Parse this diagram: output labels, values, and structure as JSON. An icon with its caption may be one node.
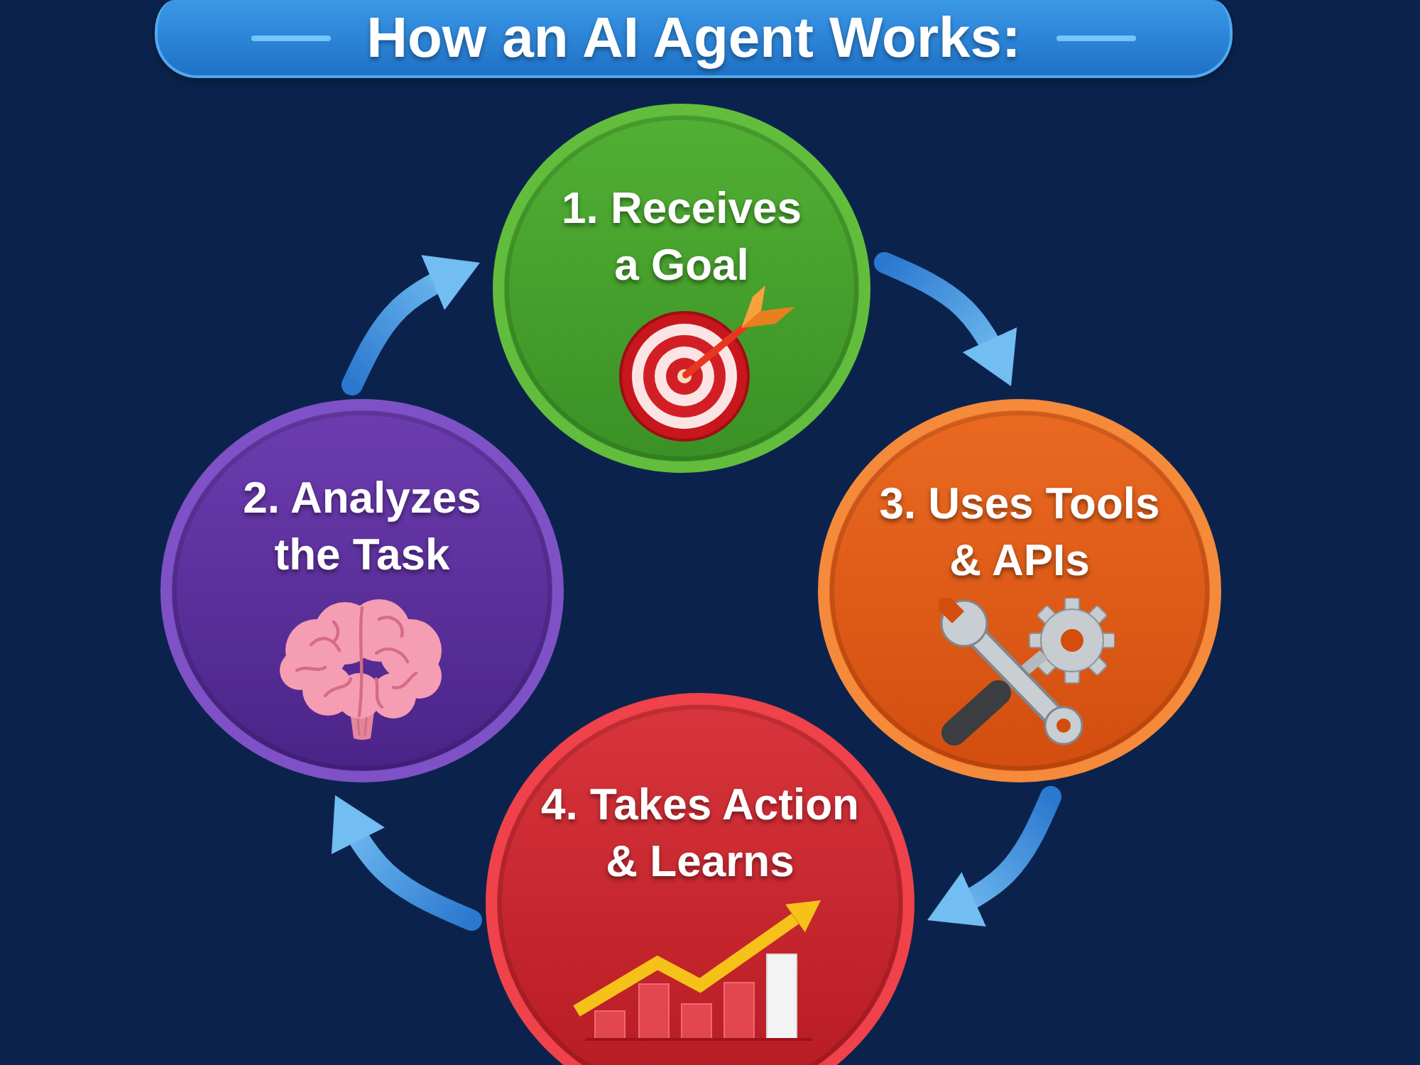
{
  "diagram": {
    "title": "How an AI Agent Works:",
    "nodes": [
      {
        "text": [
          "1. Receives a Goal"
        ]
      },
      {
        "text": [
          "2. Analyzes the Task"
        ]
      },
      {
        "text": [
          "3. Uses Tools & APIs"
        ]
      },
      {
        "text": [
          "4. Takes Action & Learns"
        ]
      }
    ],
    "edges": [
      {
        "from": 0,
        "to": 2,
        "arrow": "to"
      },
      {
        "from": 2,
        "to": 3,
        "arrow": "to"
      },
      {
        "from": 3,
        "to": 1,
        "arrow": "to"
      },
      {
        "from": 1,
        "to": 0,
        "arrow": "to"
      }
    ]
  }
}
